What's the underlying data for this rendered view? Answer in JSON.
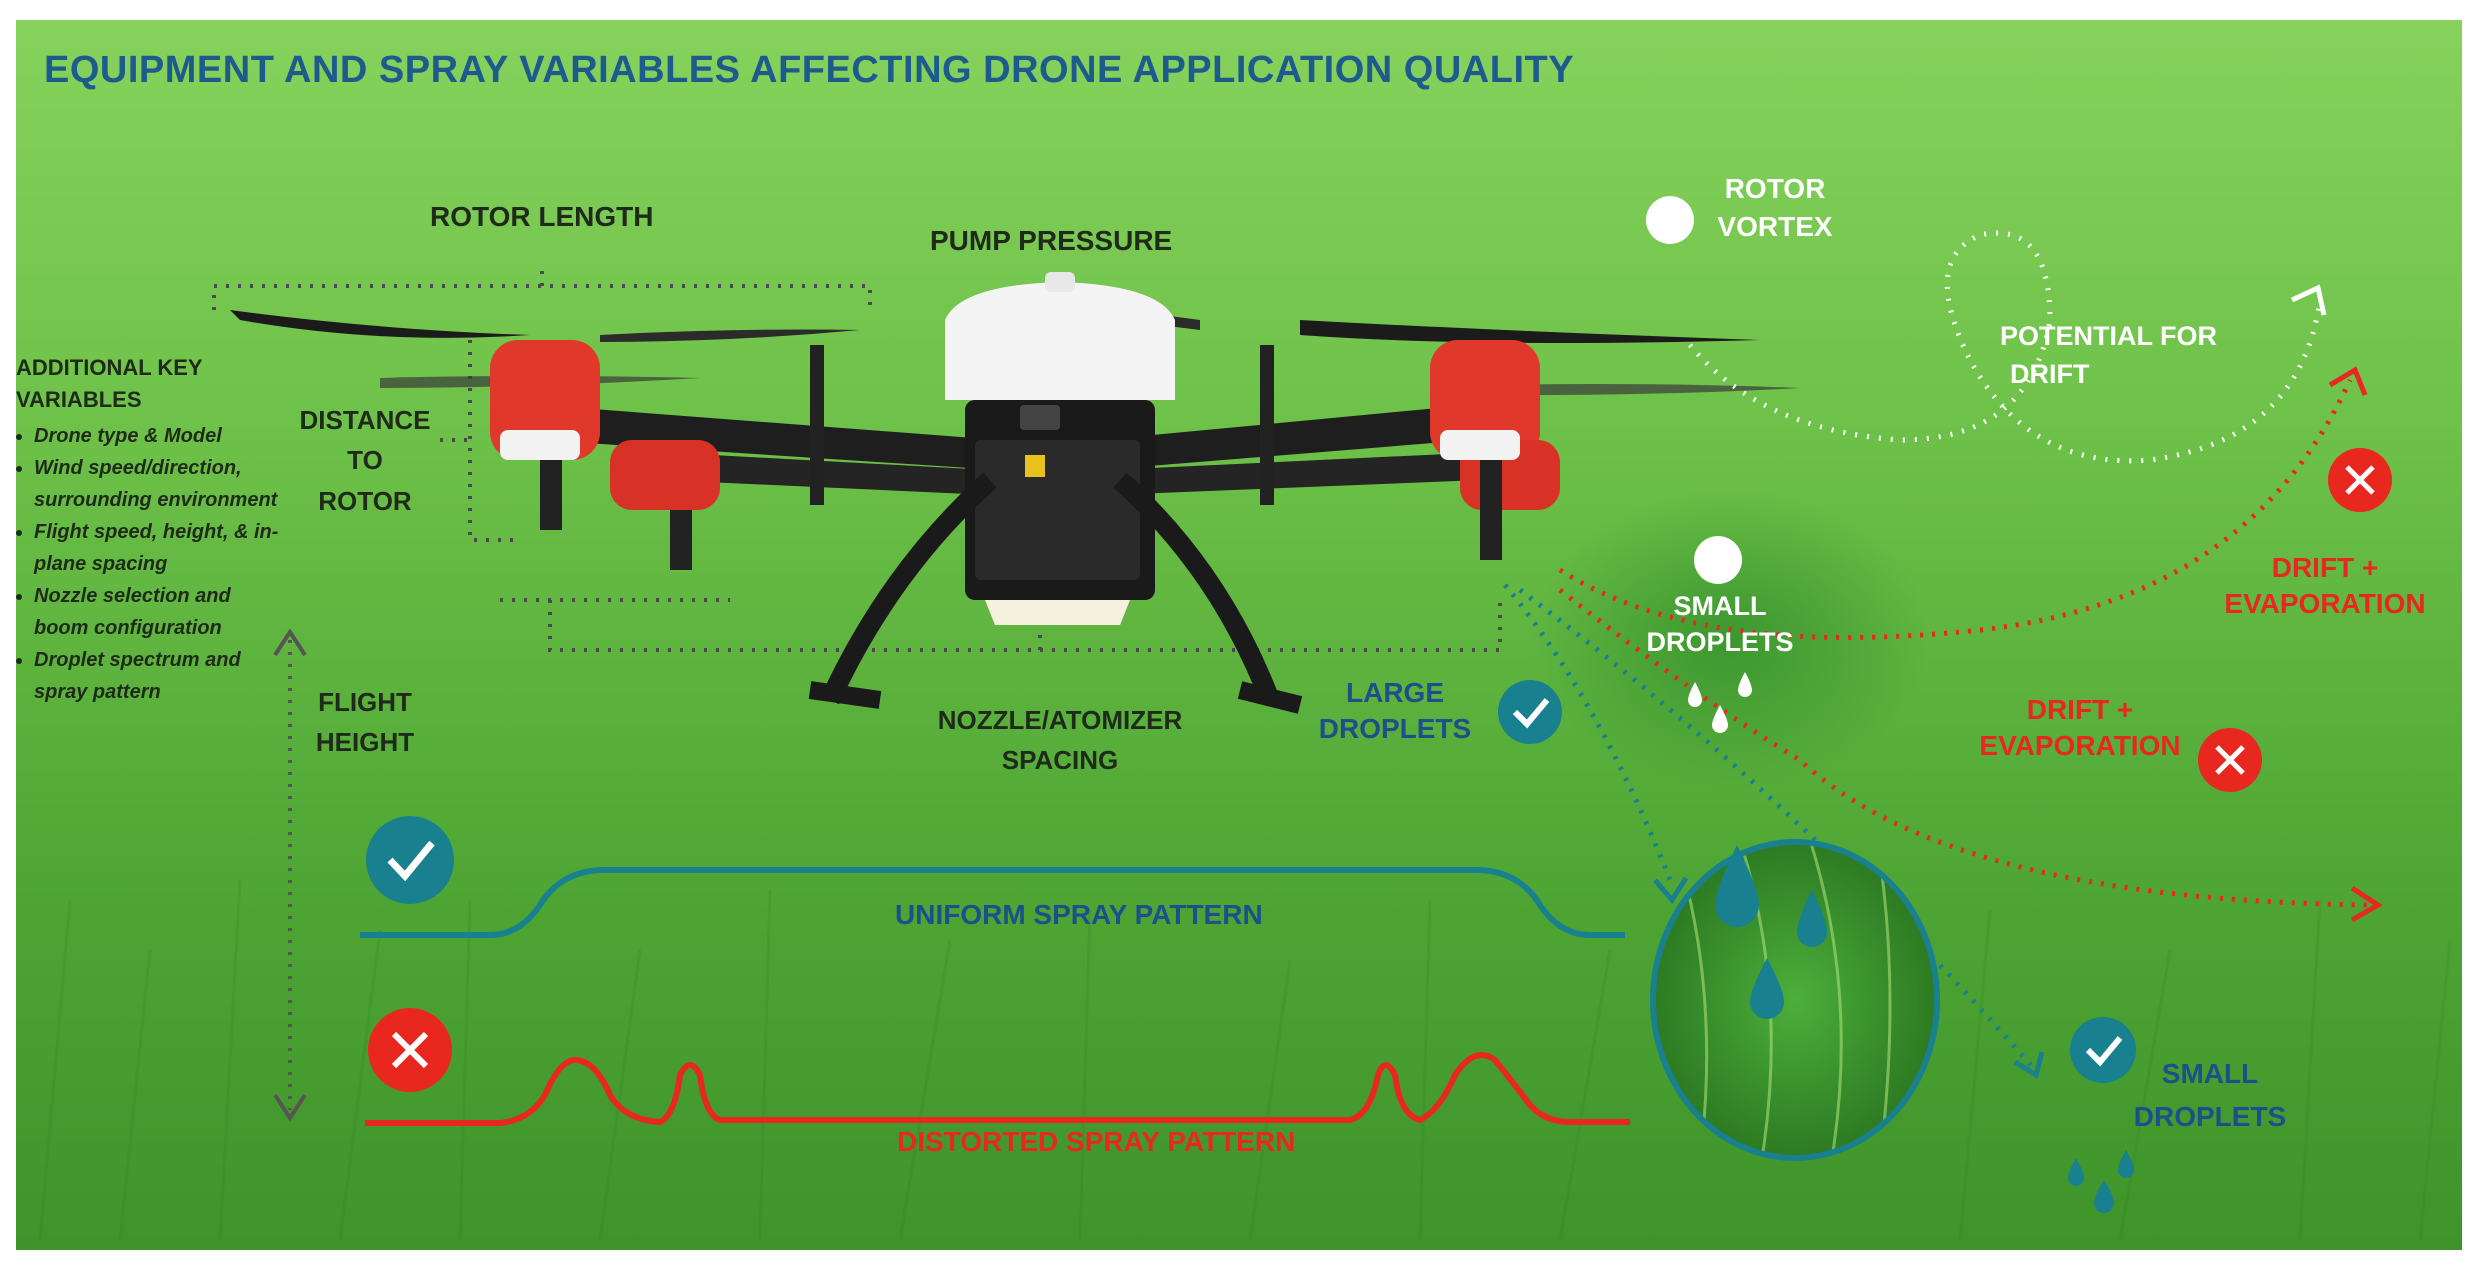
{
  "title": "EQUIPMENT AND SPRAY VARIABLES AFFECTING DRONE APPLICATION QUALITY",
  "labels": {
    "rotor_length": "ROTOR LENGTH",
    "pump_pressure": "PUMP PRESSURE",
    "distance_to_rotor": [
      "DISTANCE TO",
      "ROTOR"
    ],
    "flight_height": [
      "FLIGHT",
      "HEIGHT"
    ],
    "nozzle_spacing": [
      "NOZZLE/ATOMIZER",
      "SPACING"
    ],
    "rotor_vortex": [
      "ROTOR",
      "VORTEX"
    ],
    "potential_drift": [
      "POTENTIAL FOR",
      "DRIFT"
    ],
    "small_droplets_top": [
      "SMALL",
      "DROPLETS"
    ],
    "large_droplets": [
      "LARGE",
      "DROPLETS"
    ],
    "drift_evap_1": [
      "DRIFT +",
      "EVAPORATION"
    ],
    "drift_evap_2": [
      "DRIFT +",
      "EVAPORATION"
    ],
    "small_droplets_bottom": [
      "SMALL",
      "DROPLETS"
    ],
    "uniform_pattern": "UNIFORM SPRAY PATTERN",
    "distorted_pattern": "DISTORTED SPRAY PATTERN"
  },
  "additional": {
    "heading": [
      "ADDITIONAL KEY",
      "VARIABLES"
    ],
    "items": [
      "Drone type & Model",
      "Wind speed/direction, surrounding environment",
      "Flight speed, height, & in-plane spacing",
      "Nozzle selection and boom configuration",
      "Droplet spectrum and spray pattern"
    ]
  },
  "colors": {
    "title_blue": "#1d5a8e",
    "teal": "#18808f",
    "red": "#e8271f",
    "grass": "#5fb83e",
    "label_dark": "#1f2a1a"
  },
  "icons": {
    "check": "check-icon",
    "cross": "cross-icon",
    "droplet": "droplet-icon"
  }
}
